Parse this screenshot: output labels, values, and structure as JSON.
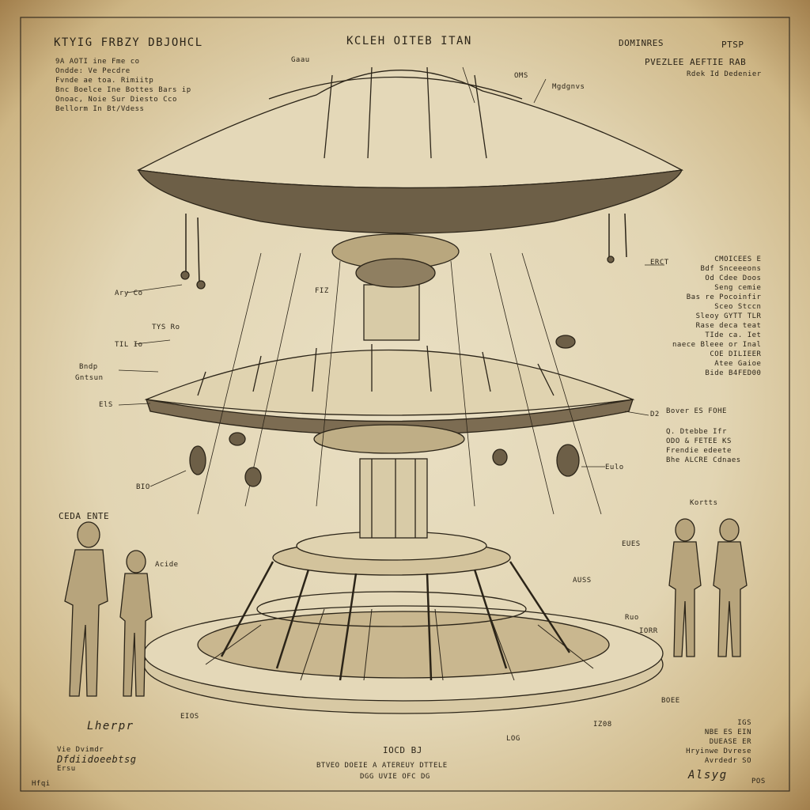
{
  "header": {
    "left_title": "KTYIG FRBZY DBJOHCL",
    "center_title": "KCLEH OITEB ITAN",
    "right_title": "DOMINRES",
    "corner_code": "PTSP",
    "right_subtitle": "PVEZLEE AEFTIE RAB",
    "right_subtitle_2": "Rdek Id Dedenier"
  },
  "left_notes": [
    "9A AOTI ine Fme co",
    "Ondde: Ve Pecdre",
    "Fvnde ae toa. Rimiitp",
    "Bnc Boelce Ine Bottes Bars ip",
    "Onoac, Noie Sur Diesto Cco",
    "Bellorm In Bt/Vdess"
  ],
  "right_notes": [
    "CMOICEES E",
    "Bdf Snceeeons",
    "Od Cdee Doos",
    "Seng cemie",
    "Bas re Pocoinfir",
    "Sceo Stccn",
    "Sleoy GYTT TLR",
    "Rase deca teat",
    "TIde ca. Iet",
    "naece Bleee or Inal",
    "COE DILIEER",
    "Atee Gaioe",
    "Bide B4FED00"
  ],
  "right_notes_2": [
    "Bover ES FOHE",
    "Q. Dtebbe Ifr",
    "ODO & FETEE KS",
    "Frendie edeete",
    "Bhe ALCRE Cdnaes"
  ],
  "callouts": [
    "Gaau",
    "OMS",
    "Mgdgnvs",
    "Ary Co",
    "FIZ",
    "TYS Ro",
    "TIL Io",
    "Bndp",
    "Gntsun",
    "ElS",
    "D2",
    "BIO",
    "Eulo",
    "ERCT",
    "CEDA ENTE",
    "Acide",
    "Kortts",
    "EUES",
    "AUSS",
    "Ruo",
    "LOG",
    "BOEE",
    "EIOS",
    "Hfqi"
  ],
  "bottom": {
    "left_signature": "Lherpr",
    "left_notes": [
      "Vie Dvimdr",
      "Dfdiidoeebtsg",
      "Ersu"
    ],
    "center_code": "IOCD BJ",
    "center_line": "BTVEO DOEIE A ATEREUY  DTTELE",
    "center_line_2": "DGG UVIE OFC DG",
    "right_notes": [
      "IGS",
      "NBE ES EIN",
      "DUEASE ER",
      "Hryinwe Dvrese",
      "Avrdedr SO"
    ],
    "right_signature": "Alsyg",
    "corner": "POS",
    "measure": "IZ08",
    "measure_2": "IORR"
  },
  "colors": {
    "paper": "#e6dbbd",
    "ink": "#2b2418",
    "stain": "#a27f4c"
  }
}
